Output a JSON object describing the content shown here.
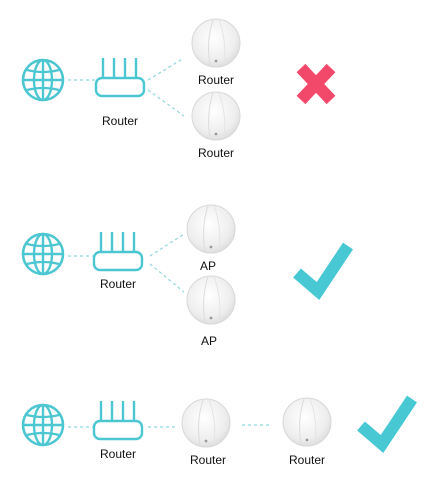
{
  "colors": {
    "accent": "#4cc7d2",
    "connector": "#8fd6de",
    "cross": "#f2486a",
    "check": "#47c8d3",
    "node_fill": "#f1f1f1",
    "node_edge": "#d8d8d8"
  },
  "scenarios": [
    {
      "result": "cross-icon",
      "labels": {
        "router": "Router",
        "node_a": "Router",
        "node_b": "Router"
      }
    },
    {
      "result": "check-icon",
      "labels": {
        "router": "Router",
        "node_a": "AP",
        "node_b": "AP"
      }
    },
    {
      "result": "check-icon",
      "labels": {
        "router": "Router",
        "node_a": "Router",
        "node_b": "Router"
      }
    }
  ]
}
